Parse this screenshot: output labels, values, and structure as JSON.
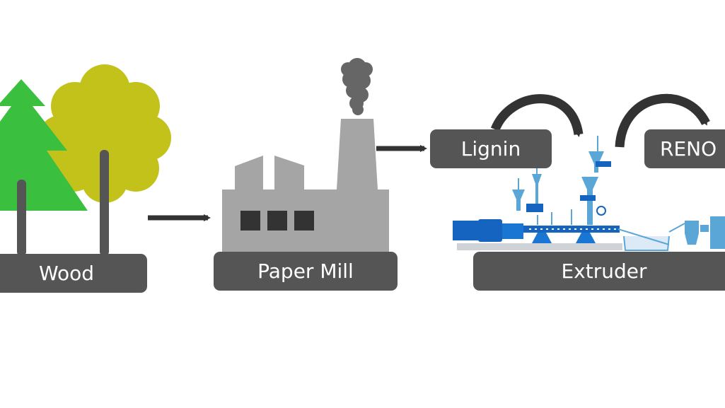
{
  "nodes": {
    "wood": {
      "label": "Wood"
    },
    "paper_mill": {
      "label": "Paper Mill"
    },
    "lignin": {
      "label": "Lignin"
    },
    "extruder": {
      "label": "Extruder"
    },
    "reno": {
      "label": "RENO"
    }
  },
  "colors": {
    "label_bg": "#555555",
    "label_text": "#ffffff",
    "arrow": "#333333",
    "conifer": "#3bbf3f",
    "deciduous": "#c2c21b",
    "factory": "#a5a5a5",
    "smoke": "#666666",
    "machine_blue": "#1565c0",
    "machine_light": "#5aa6d6"
  },
  "icons": [
    "conifer-tree-icon",
    "deciduous-tree-icon",
    "factory-icon",
    "smoke-icon",
    "extruder-machine-icon"
  ]
}
